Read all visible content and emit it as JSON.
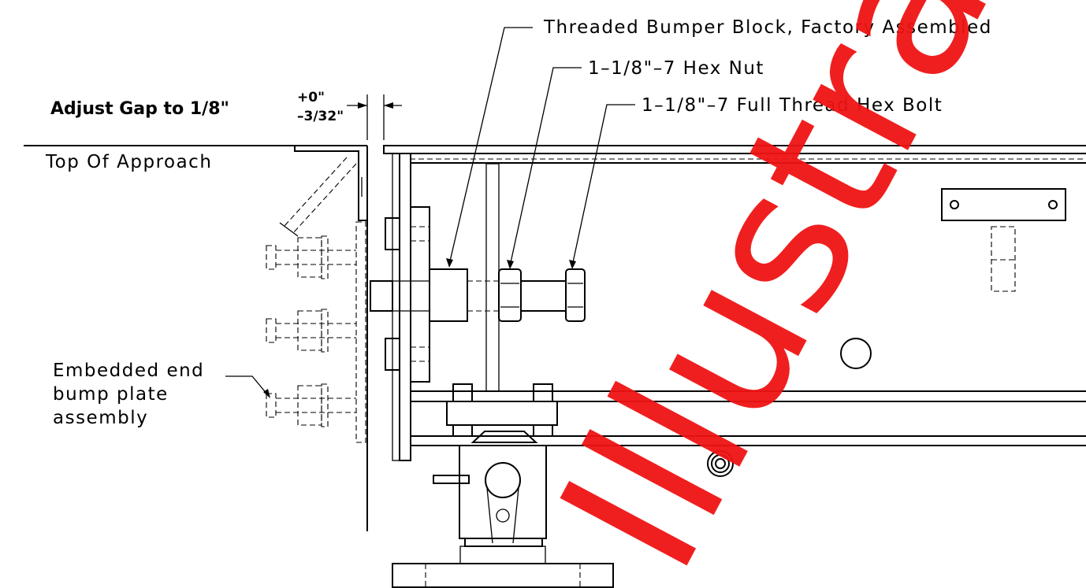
{
  "labels": {
    "bumper_block": "Threaded Bumper Block, Factory Assembled",
    "hex_nut": "1–1/8\"–7 Hex Nut",
    "hex_bolt": "1–1/8\"–7 Full Thread Hex Bolt",
    "adjust_gap": "Adjust Gap to 1/8\"",
    "tol_plus": "+0\"",
    "tol_minus": "–3/32\"",
    "top_of_approach": "Top Of Approach",
    "embedded_line1": "Embedded end",
    "embedded_line2": "bump plate",
    "embedded_line3": "assembly"
  },
  "watermark": {
    "text": "Illustration",
    "color": "#f01414"
  }
}
